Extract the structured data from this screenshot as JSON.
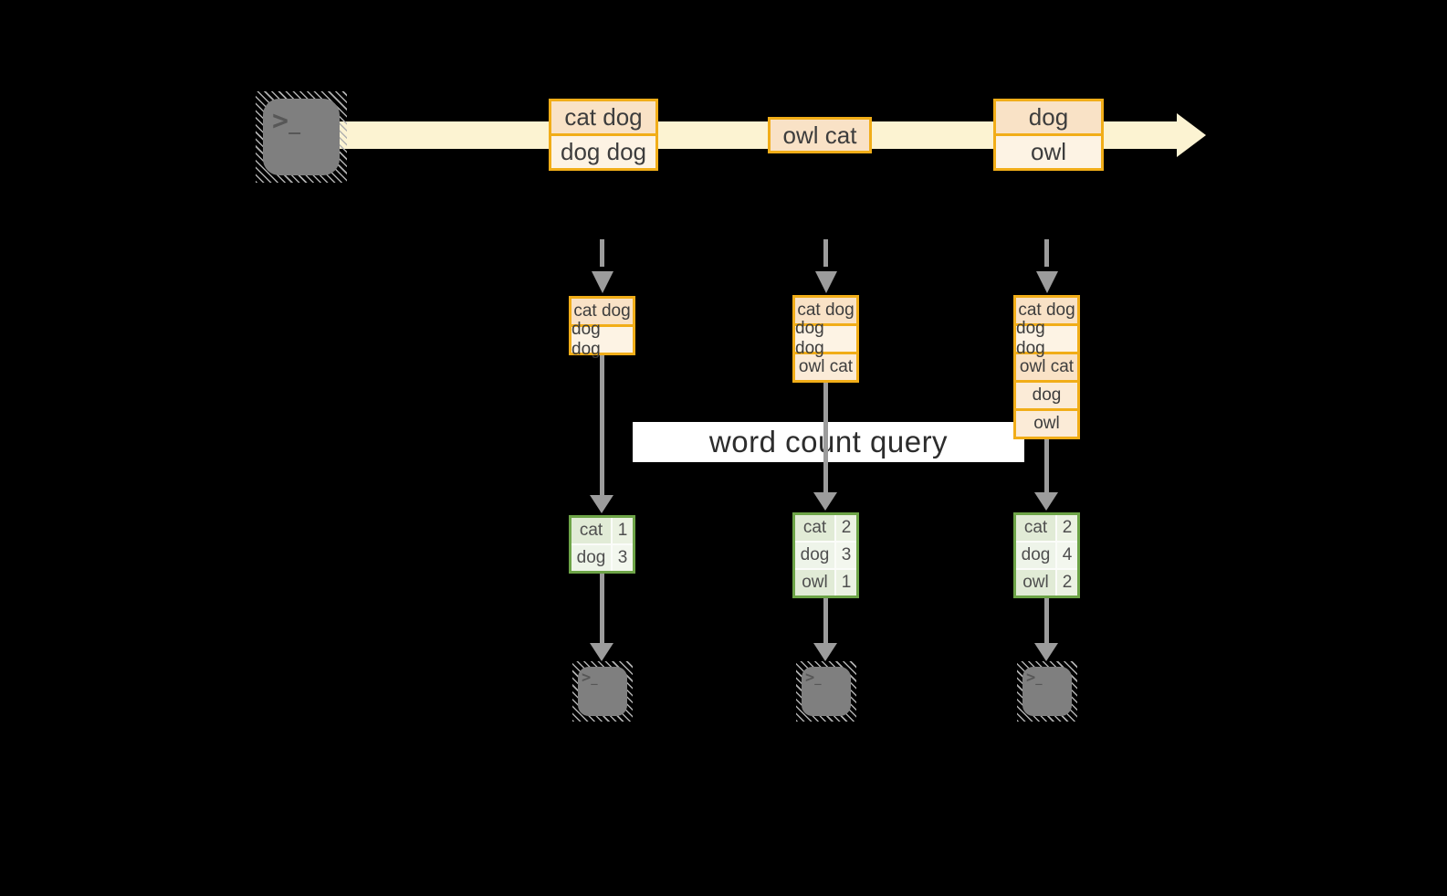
{
  "palette": {
    "canvas_bg": "#000000",
    "band": "#fcf3d2",
    "gold_border": "#f1ad18",
    "peach": "#f9e2c6",
    "cream": "#fdf3e4",
    "peach_light": "#fbebd7",
    "green_border": "#6da447",
    "gcell_a": "#e1ebd6",
    "gcell_a2": "#ebf2e2",
    "gcell_b": "#eef4e9",
    "gcell_b2": "#f3f7ee",
    "table_gap": "#fbfcf9",
    "arrow_gray": "#9c9c9c",
    "term_fill": "#7f7f7f",
    "term_glyph": "#575757",
    "hatch": "#b0b0b0",
    "label_text": "#3d3d3d",
    "query_bg": "#ffffff",
    "query_text": "#2d2d2d",
    "count_text": "#4f4f4f"
  },
  "terminal": {
    "prompt": ">",
    "cursor": "_"
  },
  "query": {
    "label": "word count query"
  },
  "stream": {
    "events": [
      {
        "rows": [
          {
            "label": "cat dog"
          },
          {
            "label": "dog dog"
          }
        ]
      },
      {
        "rows": [
          {
            "label": "owl cat"
          }
        ]
      },
      {
        "rows": [
          {
            "label": "dog"
          },
          {
            "label": "owl"
          }
        ]
      }
    ]
  },
  "columns": [
    {
      "state": [
        {
          "label": "cat dog"
        },
        {
          "label": "dog dog"
        }
      ],
      "counts": [
        {
          "word": "cat",
          "count": "1"
        },
        {
          "word": "dog",
          "count": "3"
        }
      ]
    },
    {
      "state": [
        {
          "label": "cat dog"
        },
        {
          "label": "dog dog"
        },
        {
          "label": "owl cat"
        }
      ],
      "counts": [
        {
          "word": "cat",
          "count": "2"
        },
        {
          "word": "dog",
          "count": "3"
        },
        {
          "word": "owl",
          "count": "1"
        }
      ]
    },
    {
      "state": [
        {
          "label": "cat dog"
        },
        {
          "label": "dog dog"
        },
        {
          "label": "owl cat"
        },
        {
          "label": "dog"
        },
        {
          "label": "owl"
        }
      ],
      "counts": [
        {
          "word": "cat",
          "count": "2"
        },
        {
          "word": "dog",
          "count": "4"
        },
        {
          "word": "owl",
          "count": "2"
        }
      ]
    }
  ]
}
